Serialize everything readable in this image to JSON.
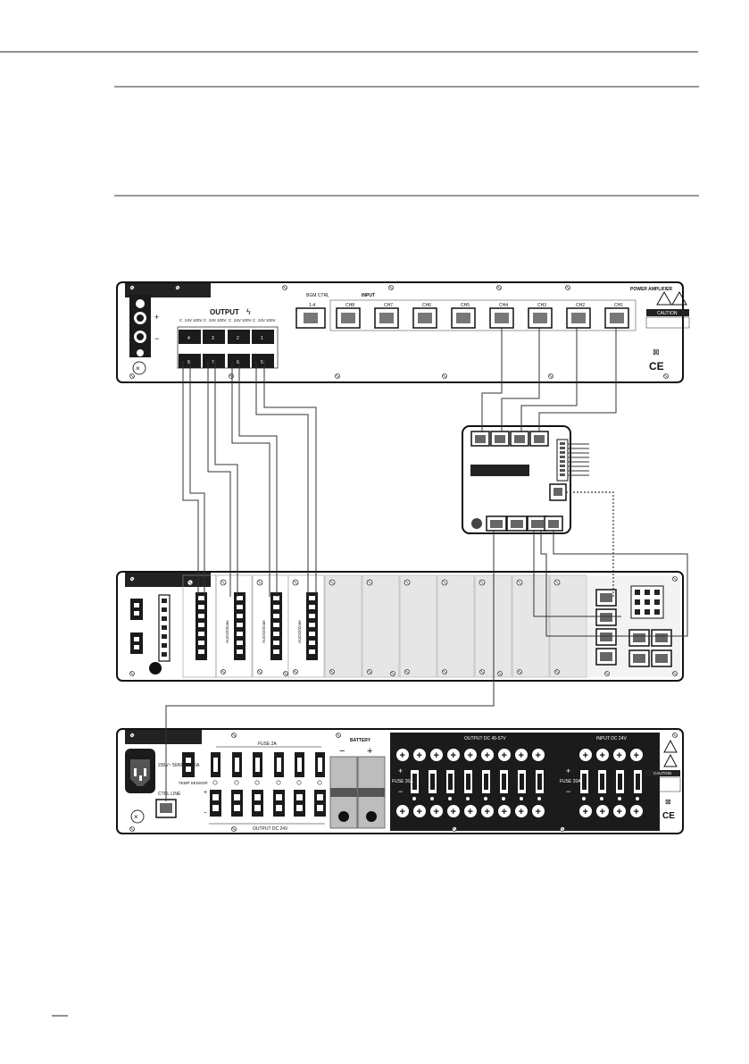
{
  "amplifier": {
    "title": "POWER AMPLIFIER",
    "output_label": "OUTPUT",
    "input_label": "INPUT",
    "bgm_label": "BGM CTRL",
    "bgm_range": "1-4",
    "input_channels": [
      "CH8",
      "CH7",
      "CH6",
      "CH5",
      "CH4",
      "CH3",
      "CH2",
      "CH1"
    ],
    "output_channels": [
      "4",
      "3",
      "2",
      "1"
    ],
    "output_bottom_numbers": [
      "8",
      "7",
      "6",
      "5"
    ],
    "volt_labels": [
      "C",
      "24V",
      "100V"
    ],
    "warning_text": "CAUTION",
    "ce_mark": "CE"
  },
  "router": {},
  "controller": {
    "module_label": "AUDIO/Zone"
  },
  "power_supply": {
    "temp_label": "TEMP SENSOR",
    "ctrl_label": "CTRL LINE",
    "fuse_top": "FUSE 2A",
    "battery_label": "BATTERY",
    "battery_minus": "−",
    "battery_plus": "+",
    "output_dc_label": "OUTPUT DC 24V",
    "output_dc_top": "OUTPUT DC 45-57V",
    "input_dc_label": "INPUT DC 24V",
    "fuse_left": "FUSE 20A",
    "fuse_right": "FUSE 20A",
    "plus": "+",
    "minus": "−",
    "ac_label": "230V~ 50/60Hz 1.6A",
    "ce_mark": "CE",
    "warning_text": "CAUTION"
  }
}
